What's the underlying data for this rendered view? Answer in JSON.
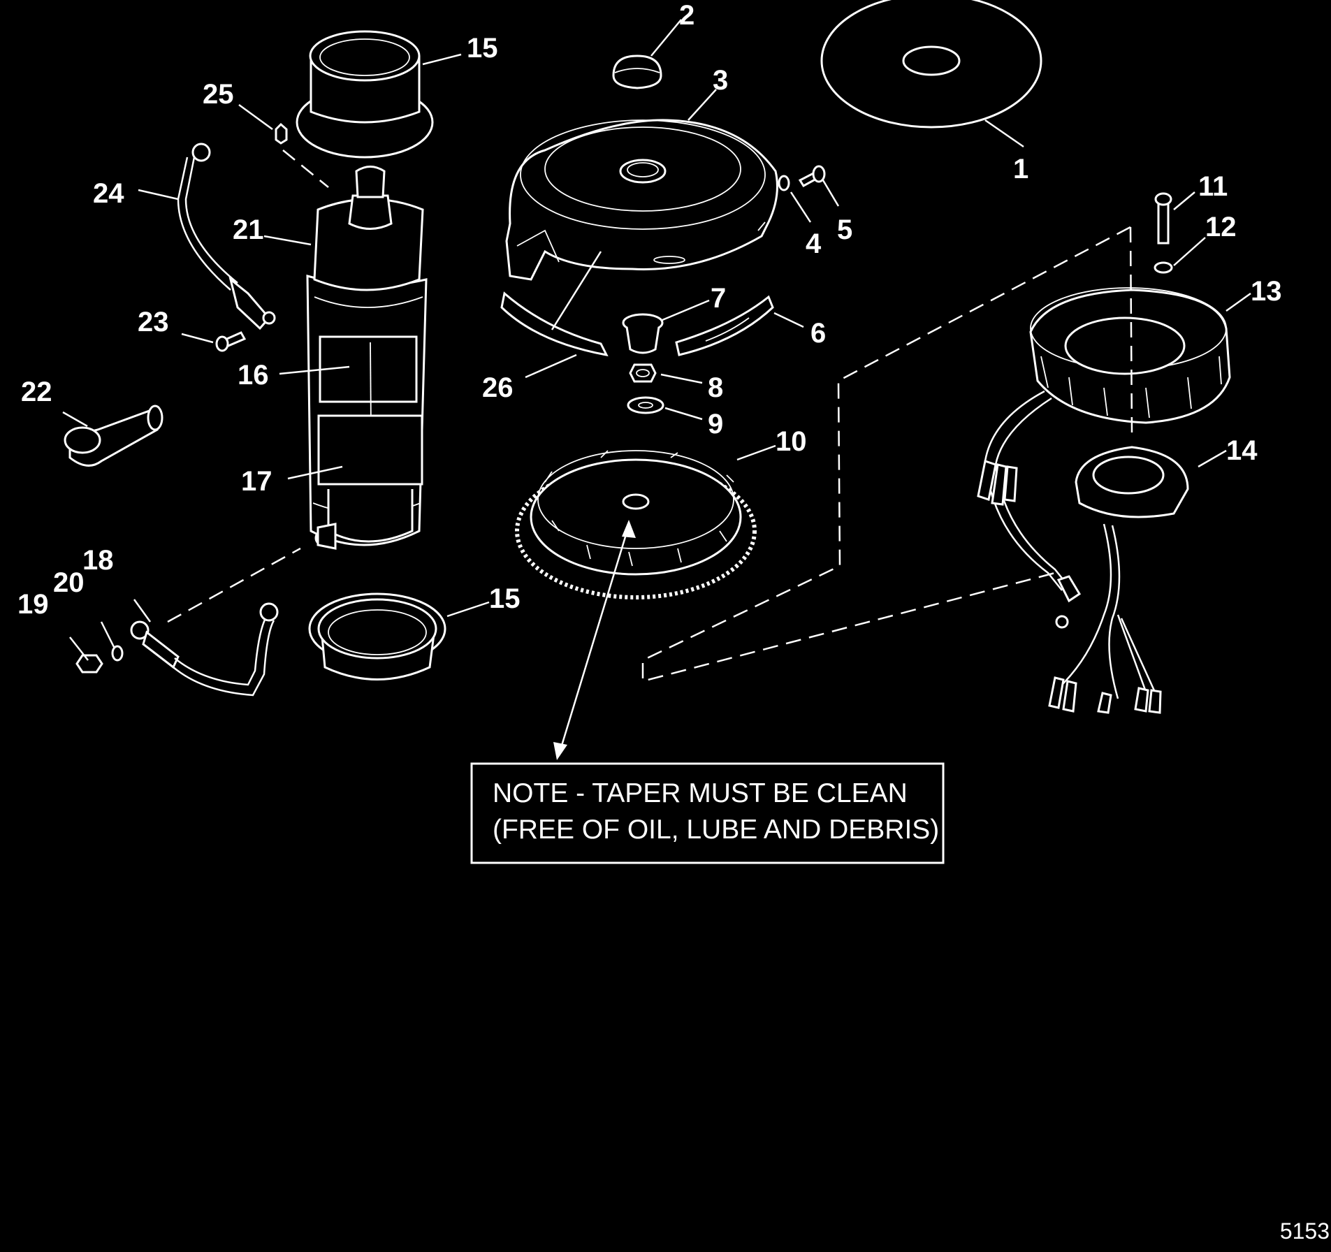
{
  "diagram": {
    "callouts": [
      {
        "id": "c1",
        "label": "1"
      },
      {
        "id": "c2",
        "label": "2"
      },
      {
        "id": "c3",
        "label": "3"
      },
      {
        "id": "c4",
        "label": "4"
      },
      {
        "id": "c5",
        "label": "5"
      },
      {
        "id": "c6",
        "label": "6"
      },
      {
        "id": "c7",
        "label": "7"
      },
      {
        "id": "c8",
        "label": "8"
      },
      {
        "id": "c9",
        "label": "9"
      },
      {
        "id": "c10",
        "label": "10"
      },
      {
        "id": "c11",
        "label": "11"
      },
      {
        "id": "c12",
        "label": "12"
      },
      {
        "id": "c13",
        "label": "13"
      },
      {
        "id": "c14",
        "label": "14"
      },
      {
        "id": "c15a",
        "label": "15"
      },
      {
        "id": "c15b",
        "label": "15"
      },
      {
        "id": "c16",
        "label": "16"
      },
      {
        "id": "c17",
        "label": "17"
      },
      {
        "id": "c18",
        "label": "18"
      },
      {
        "id": "c19",
        "label": "19"
      },
      {
        "id": "c20",
        "label": "20"
      },
      {
        "id": "c21",
        "label": "21"
      },
      {
        "id": "c22",
        "label": "22"
      },
      {
        "id": "c23",
        "label": "23"
      },
      {
        "id": "c24",
        "label": "24"
      },
      {
        "id": "c25",
        "label": "25"
      },
      {
        "id": "c26",
        "label": "26"
      }
    ],
    "note": {
      "line1": "NOTE - TAPER MUST BE CLEAN",
      "line2": "(FREE OF OIL, LUBE AND DEBRIS)"
    },
    "figure_number": "5153"
  },
  "colors": {
    "background": "#000000",
    "linework": "#ffffff"
  }
}
